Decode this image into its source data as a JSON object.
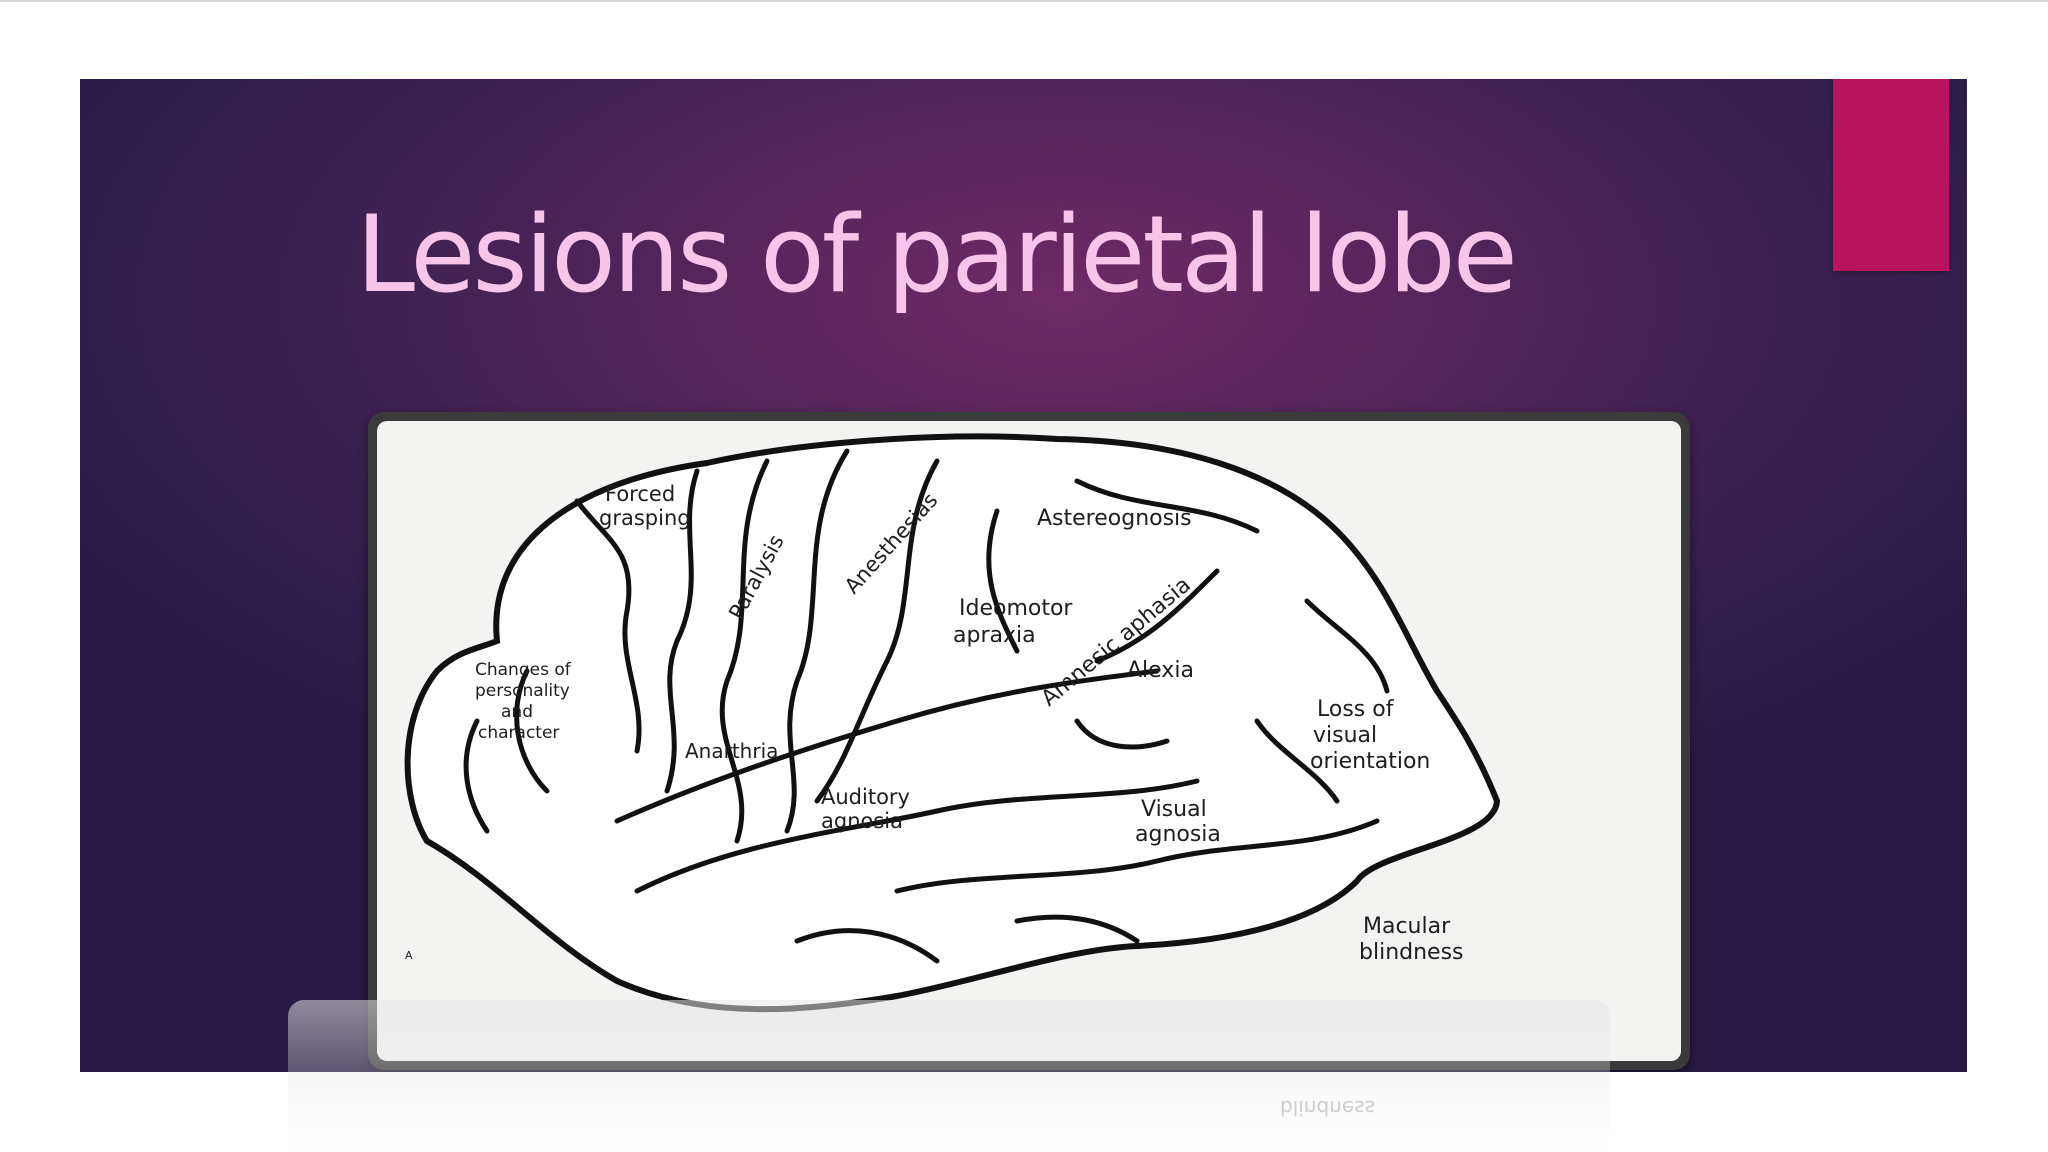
{
  "slide": {
    "title": "Lesions of parietal lobe",
    "colors": {
      "background_center": "#6f2a66",
      "background_edge": "#281a44",
      "title": "#f7c4ea",
      "accent_tab": "#b8135f"
    }
  },
  "figure": {
    "panel_letter": "A",
    "labels": {
      "forced_grasping": [
        "Forced",
        "grasping"
      ],
      "paralysis": "Paralysis",
      "anesthesias": "Anesthesias",
      "astereognosis": "Astereognosis",
      "ideomotor_apraxia": [
        "Ideomotor",
        "apraxia"
      ],
      "amnesic_aphasia": "Amnesic aphasia",
      "alexia": "Alexia",
      "changes_of_personality": [
        "Changes of",
        "personality",
        "and",
        "character"
      ],
      "anarthria": "Anarthria",
      "auditory_agnosia": [
        "Auditory",
        "agnosia"
      ],
      "visual_agnosia": [
        "Visual",
        "agnosia"
      ],
      "loss_of_visual_orientation": [
        "Loss of",
        "visual",
        "orientation"
      ],
      "macular_blindness": [
        "Macular",
        "blindness"
      ]
    }
  },
  "reflection": {
    "text": "blindness"
  }
}
